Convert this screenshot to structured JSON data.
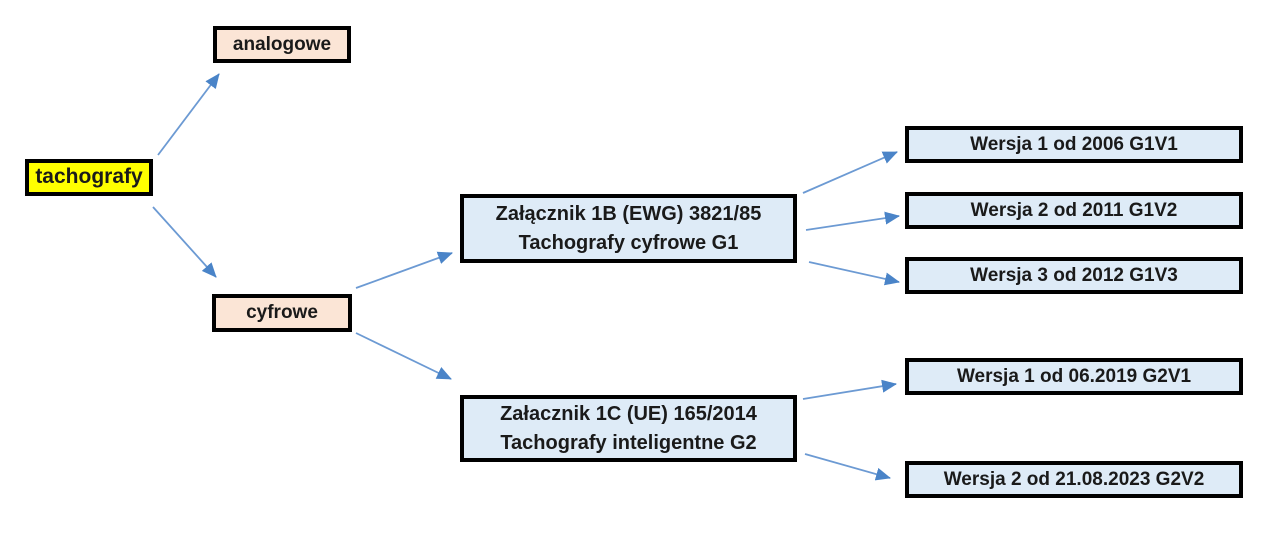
{
  "diagram": {
    "type": "tree",
    "language": "pl",
    "nodes": {
      "root": {
        "label": "tachografy",
        "fill": "#ffff00"
      },
      "analog": {
        "label": "analogowe",
        "fill": "#fbe5d6"
      },
      "digital": {
        "label": "cyfrowe",
        "fill": "#fbe5d6"
      },
      "g1": {
        "line1": "Załącznik 1B (EWG) 3821/85",
        "line2": "Tachografy cyfrowe G1",
        "fill": "#deebf7"
      },
      "g2": {
        "line1": "Załacznik 1C (UE) 165/2014",
        "line2": "Tachografy inteligentne G2",
        "fill": "#deebf7"
      },
      "g1v1": {
        "label": "Wersja 1 od 2006 G1V1",
        "fill": "#deebf7"
      },
      "g1v2": {
        "label": "Wersja 2 od 2011 G1V2",
        "fill": "#deebf7"
      },
      "g1v3": {
        "label": "Wersja 3 od 2012 G1V3",
        "fill": "#deebf7"
      },
      "g2v1": {
        "label": "Wersja 1 od 06.2019 G2V1",
        "fill": "#deebf7"
      },
      "g2v2": {
        "label": "Wersja 2 od 21.08.2023 G2V2",
        "fill": "#deebf7"
      }
    },
    "edges": [
      {
        "from": "tachografy",
        "to": "analogowe"
      },
      {
        "from": "tachografy",
        "to": "cyfrowe"
      },
      {
        "from": "cyfrowe",
        "to": "Załącznik 1B (EWG) 3821/85 Tachografy cyfrowe G1"
      },
      {
        "from": "cyfrowe",
        "to": "Załacznik 1C (UE) 165/2014 Tachografy inteligentne G2"
      },
      {
        "from": "Załącznik 1B (EWG) 3821/85",
        "to": "Wersja 1 od 2006 G1V1"
      },
      {
        "from": "Załącznik 1B (EWG) 3821/85",
        "to": "Wersja 2 od 2011 G1V2"
      },
      {
        "from": "Załącznik 1B (EWG) 3821/85",
        "to": "Wersja 3 od 2012 G1V3"
      },
      {
        "from": "Załacznik 1C (UE) 165/2014",
        "to": "Wersja 1 od 06.2019 G2V1"
      },
      {
        "from": "Załacznik 1C (UE) 165/2014",
        "to": "Wersja 2 od 21.08.2023 G2V2"
      }
    ],
    "colors": {
      "background": "#ffffff",
      "node_border": "#000000",
      "arrow_line": "#6c9ad3",
      "arrow_head": "#4a84c8",
      "root_fill": "#ffff00",
      "level1_fill": "#fbe5d6",
      "level2_fill": "#deebf7"
    }
  }
}
